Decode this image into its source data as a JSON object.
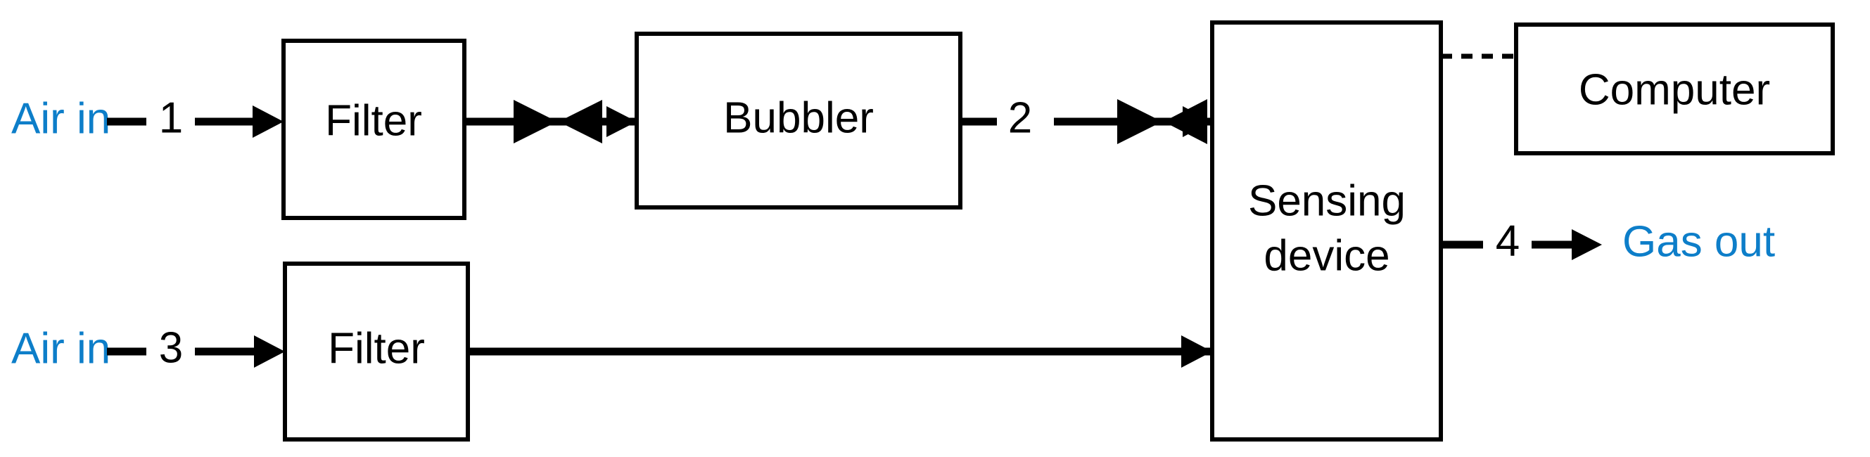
{
  "diagram": {
    "title": "Gas sensing experimental setup flow diagram",
    "background_color": "#ffffff",
    "line_color": "#000000",
    "accent_color": "#0d7ec9",
    "boxes": [
      {
        "id": "filter-top",
        "label": "Filter"
      },
      {
        "id": "bubbler",
        "label": "Bubbler"
      },
      {
        "id": "sensing-device",
        "label_line1": "Sensing",
        "label_line2": "device"
      },
      {
        "id": "computer",
        "label": "Computer"
      },
      {
        "id": "filter-bottom",
        "label": "Filter"
      }
    ],
    "io_labels": [
      {
        "id": "air-in-top",
        "text": "Air in",
        "color": "#0d7ec9"
      },
      {
        "id": "air-in-bottom",
        "text": "Air in",
        "color": "#0d7ec9"
      },
      {
        "id": "gas-out",
        "text": "Gas out",
        "color": "#0d7ec9"
      }
    ],
    "port_numbers": [
      {
        "id": "port-1",
        "text": "1"
      },
      {
        "id": "port-2",
        "text": "2"
      },
      {
        "id": "port-3",
        "text": "3"
      },
      {
        "id": "port-4",
        "text": "4"
      }
    ],
    "connections": [
      {
        "id": "air-in-1-to-filter-top",
        "style": "solid",
        "arrow": true,
        "valve": false
      },
      {
        "id": "filter-top-to-bubbler",
        "style": "solid",
        "arrow": true,
        "valve": true
      },
      {
        "id": "bubbler-2-to-sensing-device",
        "style": "solid",
        "arrow": true,
        "valve": true
      },
      {
        "id": "sensing-device-to-computer",
        "style": "dashed",
        "arrow": false,
        "valve": false
      },
      {
        "id": "sensing-device-4-to-gas-out",
        "style": "solid",
        "arrow": true,
        "valve": false
      },
      {
        "id": "air-in-3-to-filter-bottom",
        "style": "solid",
        "arrow": true,
        "valve": false
      },
      {
        "id": "filter-bottom-to-sensing-device",
        "style": "solid",
        "arrow": true,
        "valve": false
      }
    ]
  }
}
